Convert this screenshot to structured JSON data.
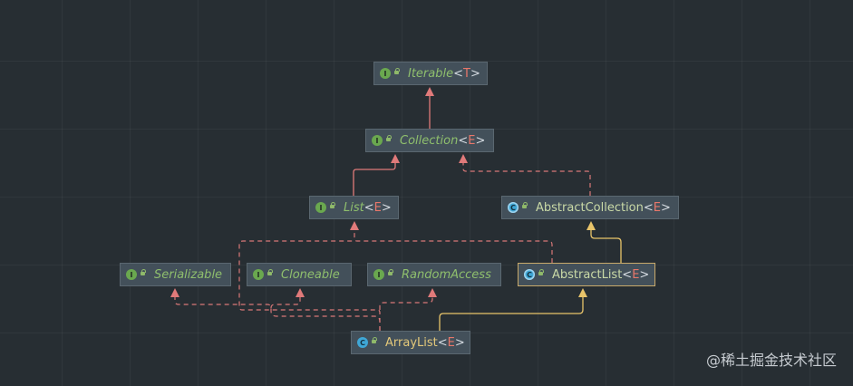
{
  "colors": {
    "background": "#272e33",
    "node_fill": "#43505a",
    "interface_name": "#8fbf6d",
    "class_name": "#c9d9a6",
    "type_param": "#e8776a",
    "extends_edge": "#e07a7a",
    "implements_edge": "#c86b6b",
    "abstract_edge": "#e8c46a",
    "interface_badge": "#6aa84f",
    "class_badge": "#3fa7d6"
  },
  "nodes": {
    "iterable": {
      "badge": "I",
      "name": "Iterable",
      "type_param": "T"
    },
    "collection": {
      "badge": "I",
      "name": "Collection",
      "type_param": "E"
    },
    "list": {
      "badge": "I",
      "name": "List",
      "type_param": "E"
    },
    "abstract_collection": {
      "badge": "C",
      "name": "AbstractCollection",
      "type_param": "E"
    },
    "serializable": {
      "badge": "I",
      "name": "Serializable"
    },
    "cloneable": {
      "badge": "I",
      "name": "Cloneable"
    },
    "random_access": {
      "badge": "I",
      "name": "RandomAccess"
    },
    "abstract_list": {
      "badge": "C",
      "name": "AbstractList",
      "type_param": "E"
    },
    "array_list": {
      "badge": "C",
      "name": "ArrayList",
      "type_param": "E"
    }
  },
  "watermark": "@稀土掘金技术社区"
}
